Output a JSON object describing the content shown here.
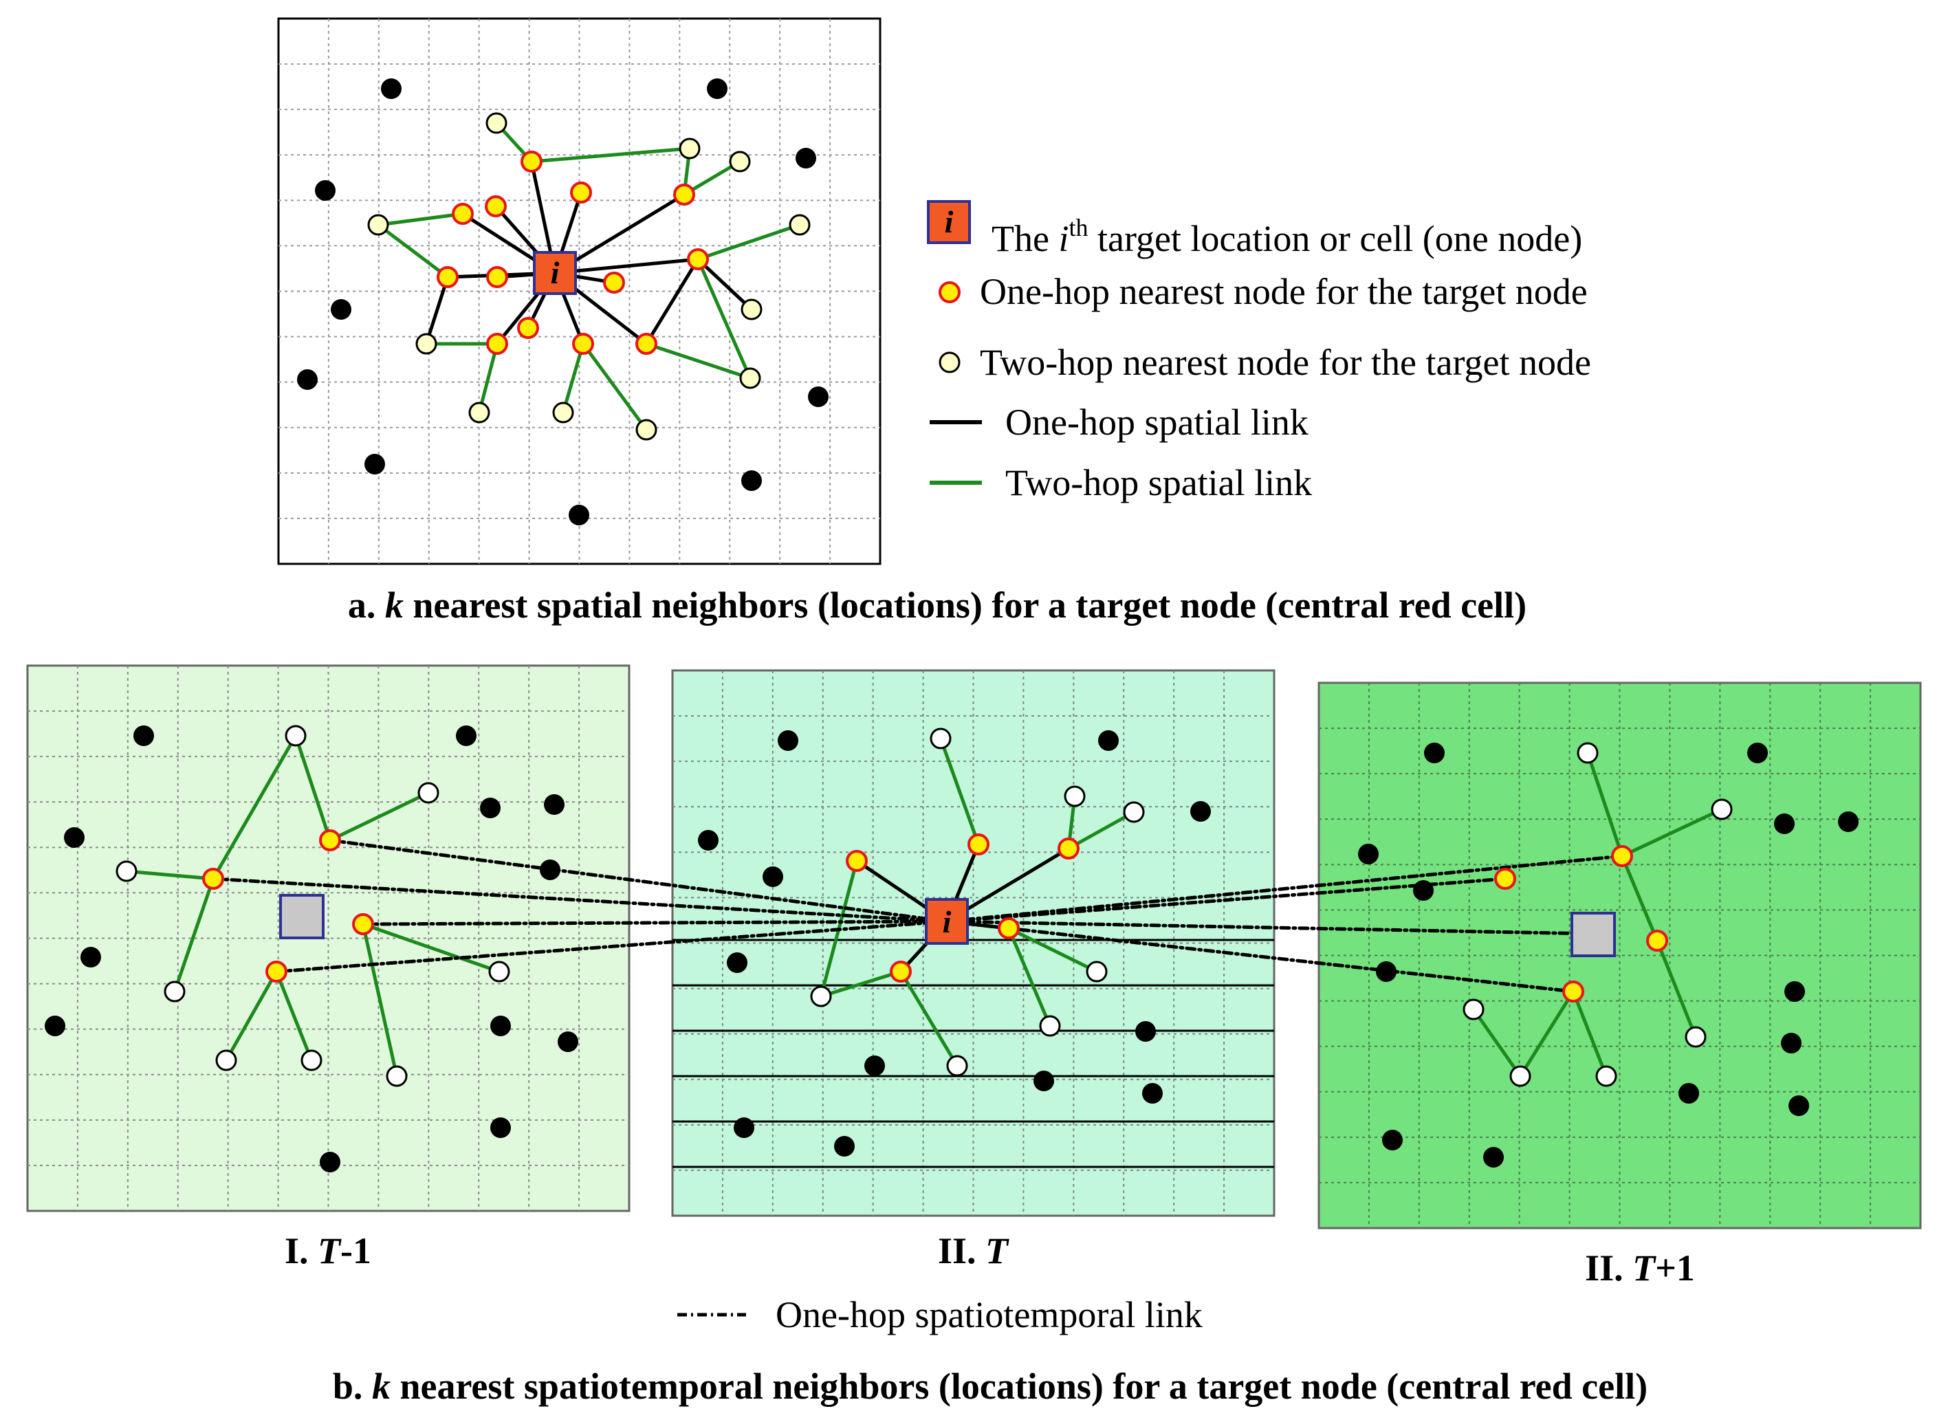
{
  "target_label": "i",
  "legend": {
    "target_pre": "The ",
    "target_i": "i",
    "target_sup": "th",
    "target_post": " target location or cell (one node)",
    "one_hop_node": "One-hop nearest node for the target node",
    "two_hop_node": "Two-hop nearest node for the target node",
    "one_hop_link": "One-hop spatial link",
    "two_hop_link": "Two-hop spatial link",
    "st_link": "One-hop spatiotemporal link"
  },
  "caption_a": {
    "prefix": "a.  ",
    "k": "k",
    "rest": " nearest spatial neighbors (locations) for a target node (central red cell)"
  },
  "caption_b": {
    "prefix": "b.  ",
    "k": "k",
    "rest": " nearest spatiotemporal neighbors (locations) for a target node (central red cell)"
  },
  "panels": {
    "p1": {
      "pre": "I. ",
      "t": "T",
      "post": "-1"
    },
    "p2": {
      "pre": "II. ",
      "t": "T",
      "post": ""
    },
    "p3": {
      "pre": "II. ",
      "t": "T",
      "post": "+1"
    }
  },
  "colors": {
    "target_fill": "#f15a24",
    "target_border": "#2e3192",
    "one_hop_fill": "#ffee00",
    "one_hop_stroke": "#e8141b",
    "two_hop_fill": "#ffffc8",
    "link_green": "#1c8a1c",
    "link_black": "#000000",
    "panel_t_minus_1": "#e0f9dc",
    "panel_t": "#c2f7dc",
    "panel_t_plus_1": "#74e27e",
    "gray_cell": "#c8c8c8"
  }
}
